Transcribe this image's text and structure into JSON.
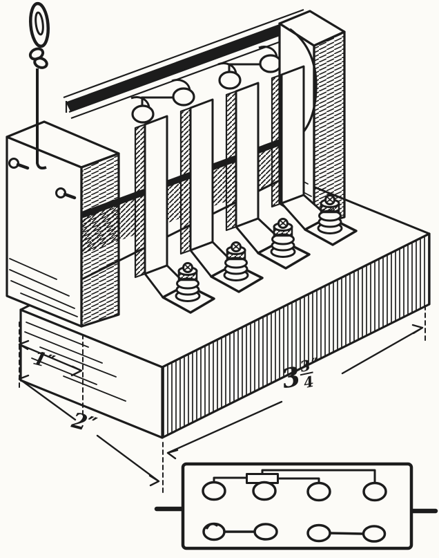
{
  "figure": {
    "type": "engraved-technical-illustration",
    "colors": {
      "ink": "#1c1c1c",
      "paper": "#fcfbf7"
    },
    "subject_counts": {
      "fuse_strips": 4,
      "binding_posts": 4,
      "wire_holes": 4,
      "schematic_terminals_top_row": 4,
      "schematic_terminals_bottom_row": 4,
      "schematic_fuse_links": 1
    },
    "dimension_labels": {
      "post_depth": "1″",
      "base_depth": "2″",
      "base_length_whole": "3",
      "base_length_numerator": "3",
      "base_length_denominator": "4",
      "base_length_unit": "″"
    }
  }
}
